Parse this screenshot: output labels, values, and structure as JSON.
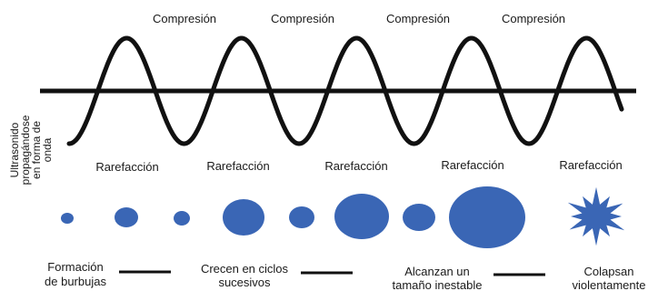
{
  "side_label": [
    "Ultrasonido",
    "propagándose",
    "en forma de",
    "onda"
  ],
  "compression_labels": [
    "Compresión",
    "Compresión",
    "Compresión",
    "Compresión"
  ],
  "rarefaction_labels": [
    "Rarefacción",
    "Rarefacción",
    "Rarefacción",
    "Rarefacción",
    "Rarefacción"
  ],
  "stages": [
    {
      "lines": [
        "Formación",
        "de burbujas"
      ]
    },
    {
      "lines": [
        "Crecen en ciclos",
        "sucesivos"
      ]
    },
    {
      "lines": [
        "Alcanzan un",
        "tamaño inestable"
      ]
    },
    {
      "lines": [
        "Colapsan",
        "violentamente"
      ]
    }
  ],
  "colors": {
    "bubble": "#3a66b5",
    "wave": "#111111",
    "text": "#1a1a1a"
  },
  "bubble_icon": "circle",
  "collapse_icon": "starburst-icon"
}
